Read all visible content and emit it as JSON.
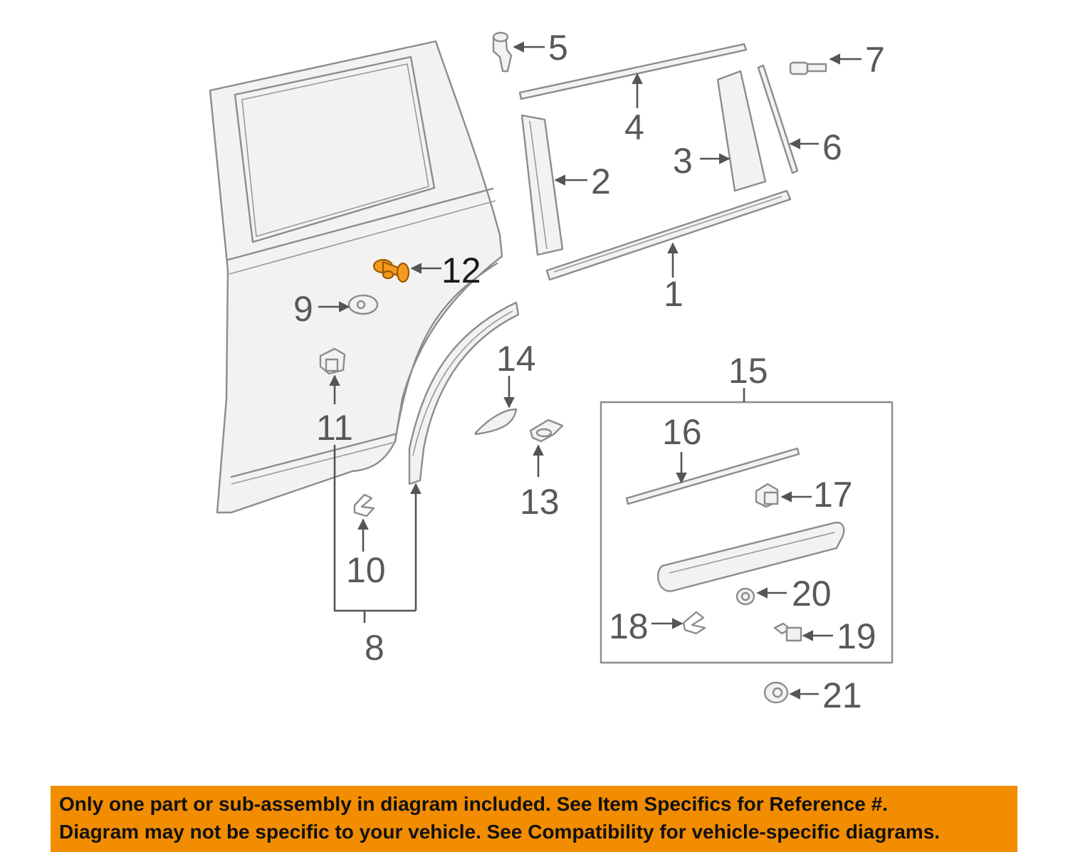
{
  "highlight_color": "#f39a1e",
  "notice_background": "#f28c00",
  "callouts": {
    "c1": "1",
    "c2": "2",
    "c3": "3",
    "c4": "4",
    "c5": "5",
    "c6": "6",
    "c7": "7",
    "c8": "8",
    "c9": "9",
    "c10": "10",
    "c11": "11",
    "c12": "12",
    "c13": "13",
    "c14": "14",
    "c15": "15",
    "c16": "16",
    "c17": "17",
    "c18": "18",
    "c19": "19",
    "c20": "20",
    "c21": "21"
  },
  "highlighted_part": "12",
  "notice": {
    "line1": "Only one part or sub-assembly in diagram included. See Item Specifics for Reference #.",
    "line2": "Diagram may not be specific to your vehicle. See Compatibility for vehicle-specific diagrams."
  }
}
